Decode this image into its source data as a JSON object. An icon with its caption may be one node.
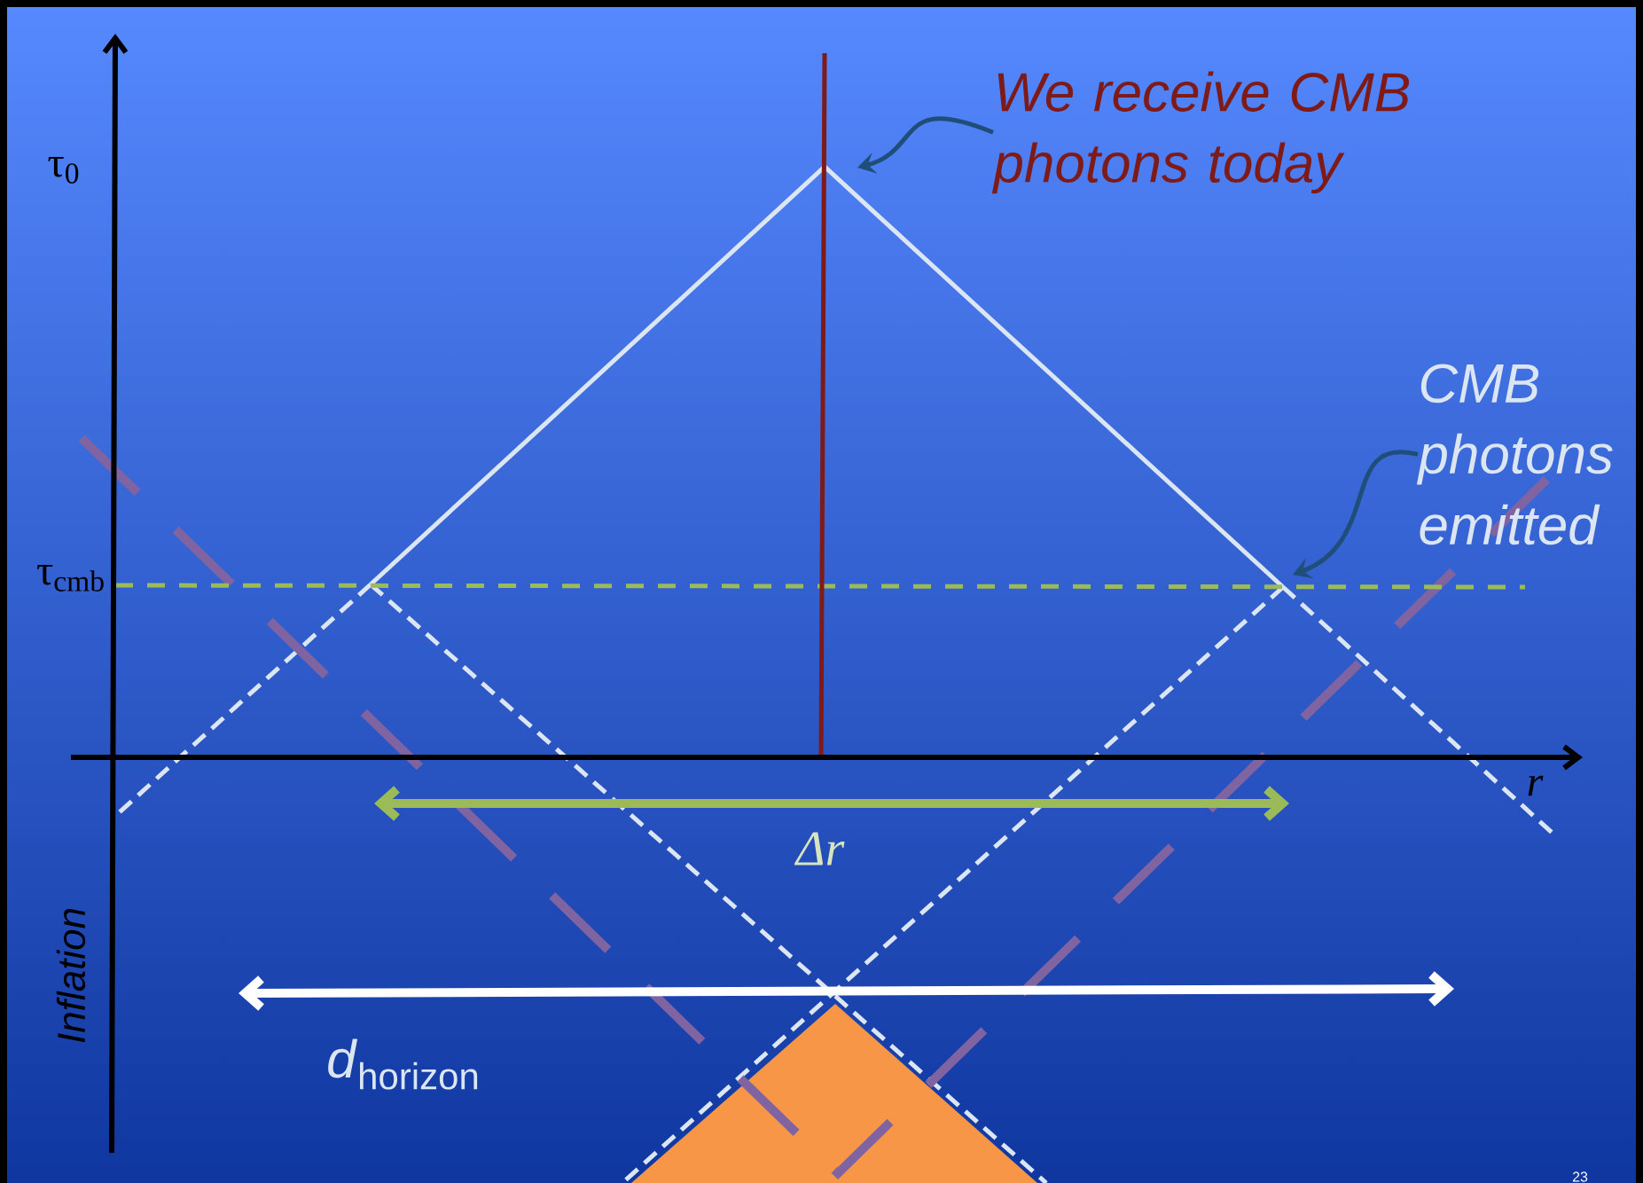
{
  "diagram": {
    "nodes": [
      {
        "text": [
          "We receive CMB photons today"
        ]
      },
      {
        "text": [
          "CMB photons emitted"
        ]
      }
    ],
    "edges": [
      {
        "from": 0,
        "to": null,
        "arrow": "to"
      },
      {
        "from": 1,
        "to": null,
        "arrow": "to"
      }
    ],
    "labels": [
      "τ$_{0}$",
      "τ$_{cmb}$",
      "r",
      "Δr",
      "*d*$_{horizon}$",
      "Inflation",
      "23"
    ]
  }
}
